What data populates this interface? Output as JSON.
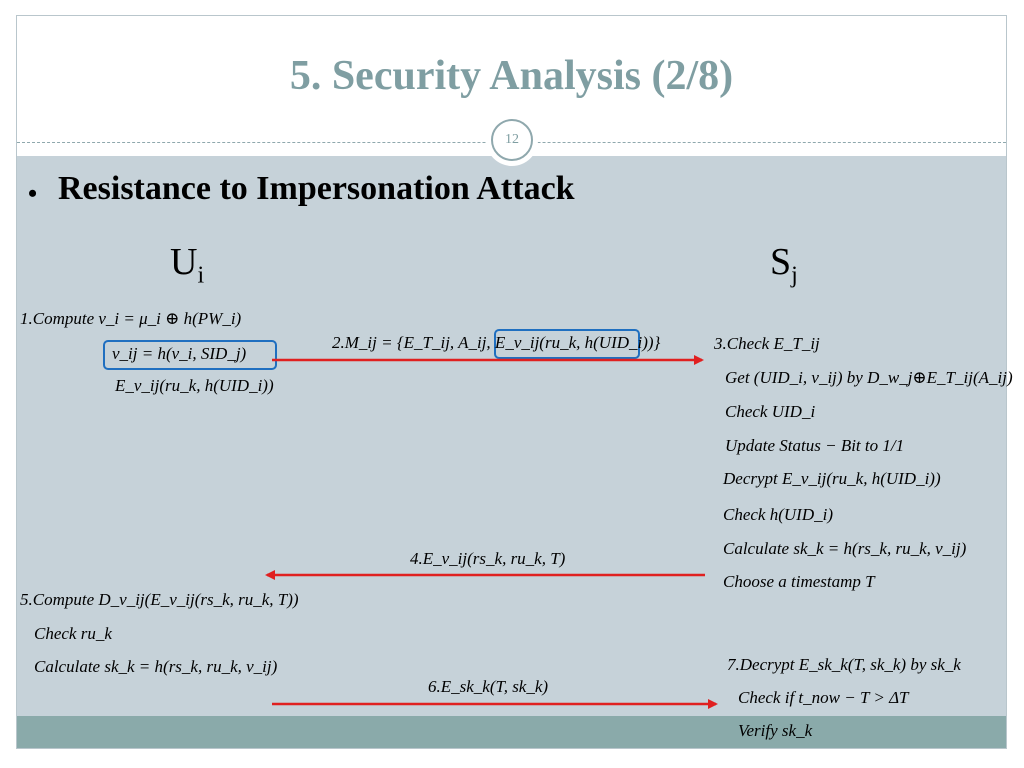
{
  "slide": {
    "title": "5. Security Analysis (2/8)",
    "page_number": "12",
    "bullet": "Resistance to Impersonation Attack",
    "colors": {
      "title": "#7f9ea2",
      "content_bg": "#c6d2d9",
      "footer_bg": "#8aaaaa",
      "arrow": "#e02020",
      "highlight": "#1f6fc0"
    }
  },
  "parties": {
    "user": {
      "base": "U",
      "sub": "i"
    },
    "server": {
      "base": "S",
      "sub": "j"
    }
  },
  "user_steps": {
    "step1": [
      "1.Compute  v_i = μ_i ⊕ h(PW_i)",
      "v_ij = h(v_i, SID_j)",
      "E_v_ij(ru_k, h(UID_i))"
    ],
    "step5": [
      "5.Compute  D_v_ij(E_v_ij(rs_k, ru_k, T))",
      "Check  ru_k",
      "Calculate  sk_k = h(rs_k, ru_k, v_ij)"
    ]
  },
  "messages": {
    "m2": "2.M_ij = {E_T_ij, A_ij, E_v_ij(ru_k, h(UID_i))}",
    "m4": "4.E_v_ij(rs_k, ru_k, T)",
    "m6": "6.E_sk_k(T, sk_k)"
  },
  "server_steps": {
    "step3": [
      "3.Check  E_T_ij",
      "Get  (UID_i, v_ij)  by  D_w_j⊕E_T_ij(A_ij)",
      "Check  UID_i",
      "Update  Status − Bit  to  1/1",
      "Decrypt  E_v_ij(ru_k, h(UID_i))",
      "Check  h(UID_i)",
      "Calculate  sk_k = h(rs_k, ru_k, v_ij)",
      "Choose  a  timestamp  T"
    ],
    "step7": [
      "7.Decrypt  E_sk_k(T, sk_k)  by  sk_k",
      "Check  if  t_now − T > ΔT",
      "Verify  sk_k"
    ]
  }
}
